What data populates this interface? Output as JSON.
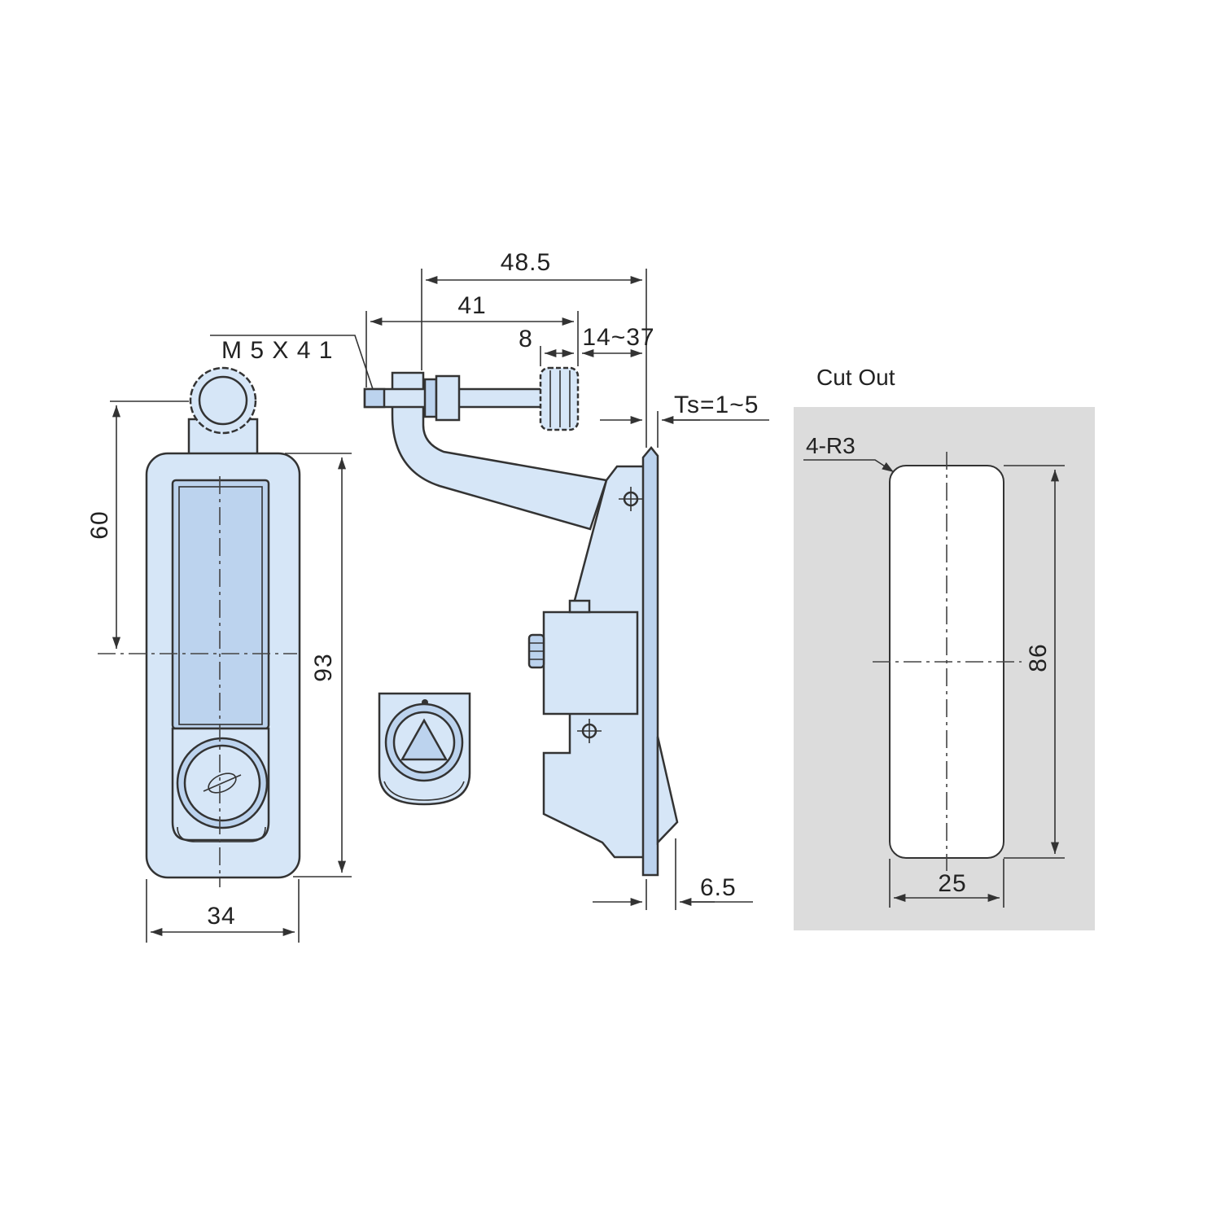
{
  "colors": {
    "part_fill": "#d6e6f7",
    "part_fill_dark": "#bcd3ee",
    "line": "#333333",
    "cutout_panel": "#dcdcdc",
    "cutout_hole": "#ffffff"
  },
  "front_view": {
    "height_label": "93",
    "width_label": "34",
    "offset_label": "60",
    "thread_label": "M 5 X 4 1"
  },
  "side_view": {
    "overall_label": "48.5",
    "rod_label": "41",
    "knob_label": "8",
    "adjust_label": "14~37",
    "thickness_label": "Ts=1~5",
    "flange_label": "6.5"
  },
  "cutout": {
    "title": "Cut Out",
    "radius_label": "4-R3",
    "height_label": "86",
    "width_label": "25"
  }
}
